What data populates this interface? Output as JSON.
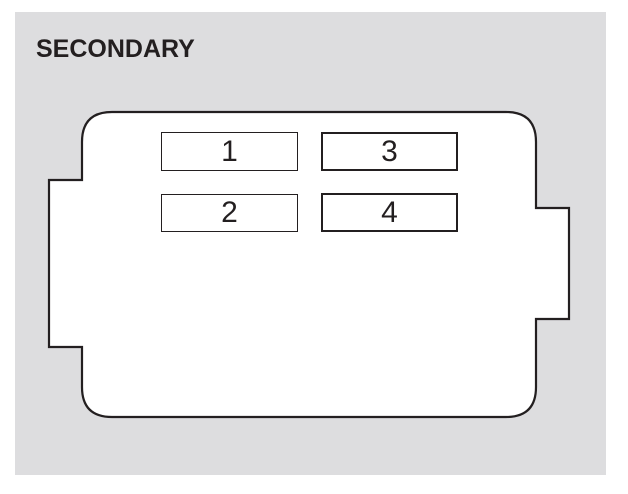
{
  "diagram": {
    "title": "SECONDARY",
    "colors": {
      "panel_background": "#dddddf",
      "outline": "#231f20",
      "box_fill": "#ffffff"
    },
    "fuses": [
      {
        "label": "1",
        "position": "top-left",
        "border": "thin"
      },
      {
        "label": "3",
        "position": "top-right",
        "border": "thick"
      },
      {
        "label": "2",
        "position": "bottom-left",
        "border": "thin"
      },
      {
        "label": "4",
        "position": "bottom-right",
        "border": "thick"
      }
    ]
  }
}
